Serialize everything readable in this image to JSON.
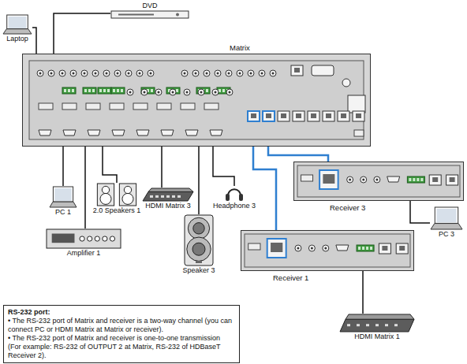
{
  "diagram": {
    "nodes": [
      {
        "text": [
          "DVD"
        ]
      },
      {
        "text": [
          "Laptop"
        ]
      },
      {
        "text": [
          "Matrix"
        ]
      },
      {
        "text": [
          "Receiver 3"
        ]
      },
      {
        "text": [
          "PC 1"
        ]
      },
      {
        "text": [
          "2.0 Speakers 1"
        ]
      },
      {
        "text": [
          "HDMI Matrix 3"
        ]
      },
      {
        "text": [
          "Headphone 3"
        ]
      },
      {
        "text": [
          "PC 3"
        ]
      },
      {
        "text": [
          "Receiver 1"
        ]
      },
      {
        "text": [
          "Speaker 3"
        ]
      },
      {
        "text": [
          "Amplifier 1"
        ]
      },
      {
        "text": [
          "HDMI Matrix 1"
        ]
      },
      {
        "text": [
          "RS-232 port:",
          "• The RS-232 port of Matrix and receiver is a two-way channel (you can connect PC or HDMI Matrix at Matrix or receiver).",
          "• The RS-232 port of Matrix and receiver is one-to-one transmission (For example: RS-232 of OUTPUT 2 at Matrix, RS-232 of HDBaseT Receiver 2)."
        ]
      }
    ],
    "edges": [
      {
        "from": 0,
        "to": 2,
        "arrow": "none"
      },
      {
        "from": 1,
        "to": 2,
        "arrow": "none"
      },
      {
        "from": 2,
        "to": 4,
        "arrow": "none"
      },
      {
        "from": 2,
        "to": 11,
        "arrow": "none"
      },
      {
        "from": 2,
        "to": 5,
        "arrow": "none"
      },
      {
        "from": 2,
        "to": 6,
        "arrow": "none"
      },
      {
        "from": 2,
        "to": 10,
        "arrow": "none"
      },
      {
        "from": 2,
        "to": 7,
        "arrow": "none"
      },
      {
        "from": 2,
        "to": 9,
        "arrow": "none"
      },
      {
        "from": 2,
        "to": 3,
        "arrow": "none"
      },
      {
        "from": 3,
        "to": 8,
        "arrow": "none"
      },
      {
        "from": 9,
        "to": 12,
        "arrow": "none"
      }
    ]
  }
}
